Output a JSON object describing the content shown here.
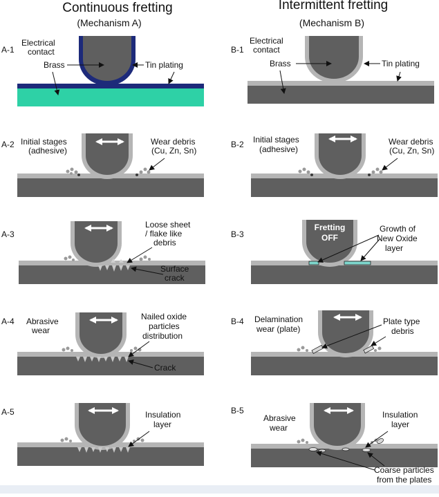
{
  "columns": {
    "left": {
      "title": "Continuous fretting",
      "subtitle": "(Mechanism A)"
    },
    "right": {
      "title": "Intermittent fretting",
      "subtitle": "(Mechanism B)"
    }
  },
  "stages": {
    "a1": {
      "id": "A-1",
      "electrical": "Electrical",
      "contact": "contact",
      "brass": "Brass",
      "tin": "Tin plating"
    },
    "b1": {
      "id": "B-1",
      "electrical": "Electrical",
      "contact": "contact",
      "brass": "Brass",
      "tin": "Tin plating"
    },
    "a2": {
      "id": "A-2",
      "initial": "Initial stages",
      "adhesive": "(adhesive)",
      "wear": "Wear debris",
      "elements": "(Cu, Zn, Sn)"
    },
    "b2": {
      "id": "B-2",
      "initial": "Initial stages",
      "adhesive": "(adhesive)",
      "wear": "Wear debris",
      "elements": "(Cu, Zn, Sn)"
    },
    "a3": {
      "id": "A-3",
      "loose1": "Loose sheet",
      "loose2": "/ flake like",
      "loose3": "debris",
      "surface": "Surface",
      "crack": "crack"
    },
    "b3": {
      "id": "B-3",
      "fretting": "Fretting",
      "off": "OFF",
      "growth1": "Growth of",
      "growth2": "New Oxide",
      "growth3": "layer"
    },
    "a4": {
      "id": "A-4",
      "abrasive": "Abrasive",
      "wear": "wear",
      "nailed1": "Nailed oxide",
      "nailed2": "particles",
      "nailed3": "distribution",
      "crack": "Crack"
    },
    "b4": {
      "id": "B-4",
      "delam1": "Delamination",
      "delam2": "wear (plate)",
      "plate1": "Plate type",
      "plate2": "debris"
    },
    "a5": {
      "id": "A-5",
      "ins1": "Insulation",
      "ins2": "layer"
    },
    "b5": {
      "id": "B-5",
      "abrasive": "Abrasive",
      "wear": "wear",
      "ins1": "Insulation",
      "ins2": "layer",
      "coarse1": "Coarse particles",
      "coarse2": "from the plates"
    }
  },
  "colors": {
    "metal": "#5f5f5f",
    "tin_coat": "#b5b5b5",
    "plate_blue": "#1d2a7a",
    "plate_teal": "#2ed1a6",
    "oxide_teal": "#7ed6cc",
    "arrow_white": "#ffffff"
  }
}
